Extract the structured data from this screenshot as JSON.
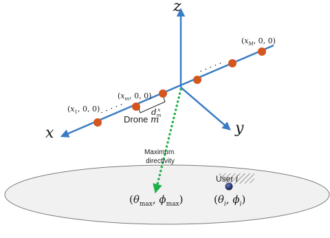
{
  "axes": {
    "z": "z",
    "x": "x",
    "y": "y"
  },
  "drone_coords": {
    "first": {
      "var": "x",
      "sub": "1"
    },
    "m": {
      "var": "x",
      "sub": "m"
    },
    "last": {
      "var": "x",
      "sub": "M"
    },
    "suffix": ", 0, 0)",
    "prefix": "("
  },
  "spacing_label": {
    "main": "d",
    "sub": "m",
    "sup": "x"
  },
  "drone_label": {
    "text": "Drone ",
    "var": "m"
  },
  "dots": "· · · · ·",
  "max_directivity_label": [
    "Maximum",
    "directivity"
  ],
  "max_angle_label": {
    "open": "(",
    "theta": "θ",
    "theta_sub": "max",
    "sep": ", ",
    "phi": "ϕ",
    "phi_sub": "max",
    "close": ")"
  },
  "user_label": {
    "text": "User ",
    "var": "i"
  },
  "user_angle_label": {
    "open": "(",
    "theta": "θ",
    "sub": "i",
    "sep": ", ",
    "phi": "ϕ",
    "close": ")"
  },
  "colors": {
    "axis": "#3a7cc4",
    "drone": "#d4551e",
    "beam": "#22b04a",
    "ground_stroke": "#7a7a7a",
    "ground_fill": "#f1f1f1",
    "user": "#1a2a6a"
  }
}
